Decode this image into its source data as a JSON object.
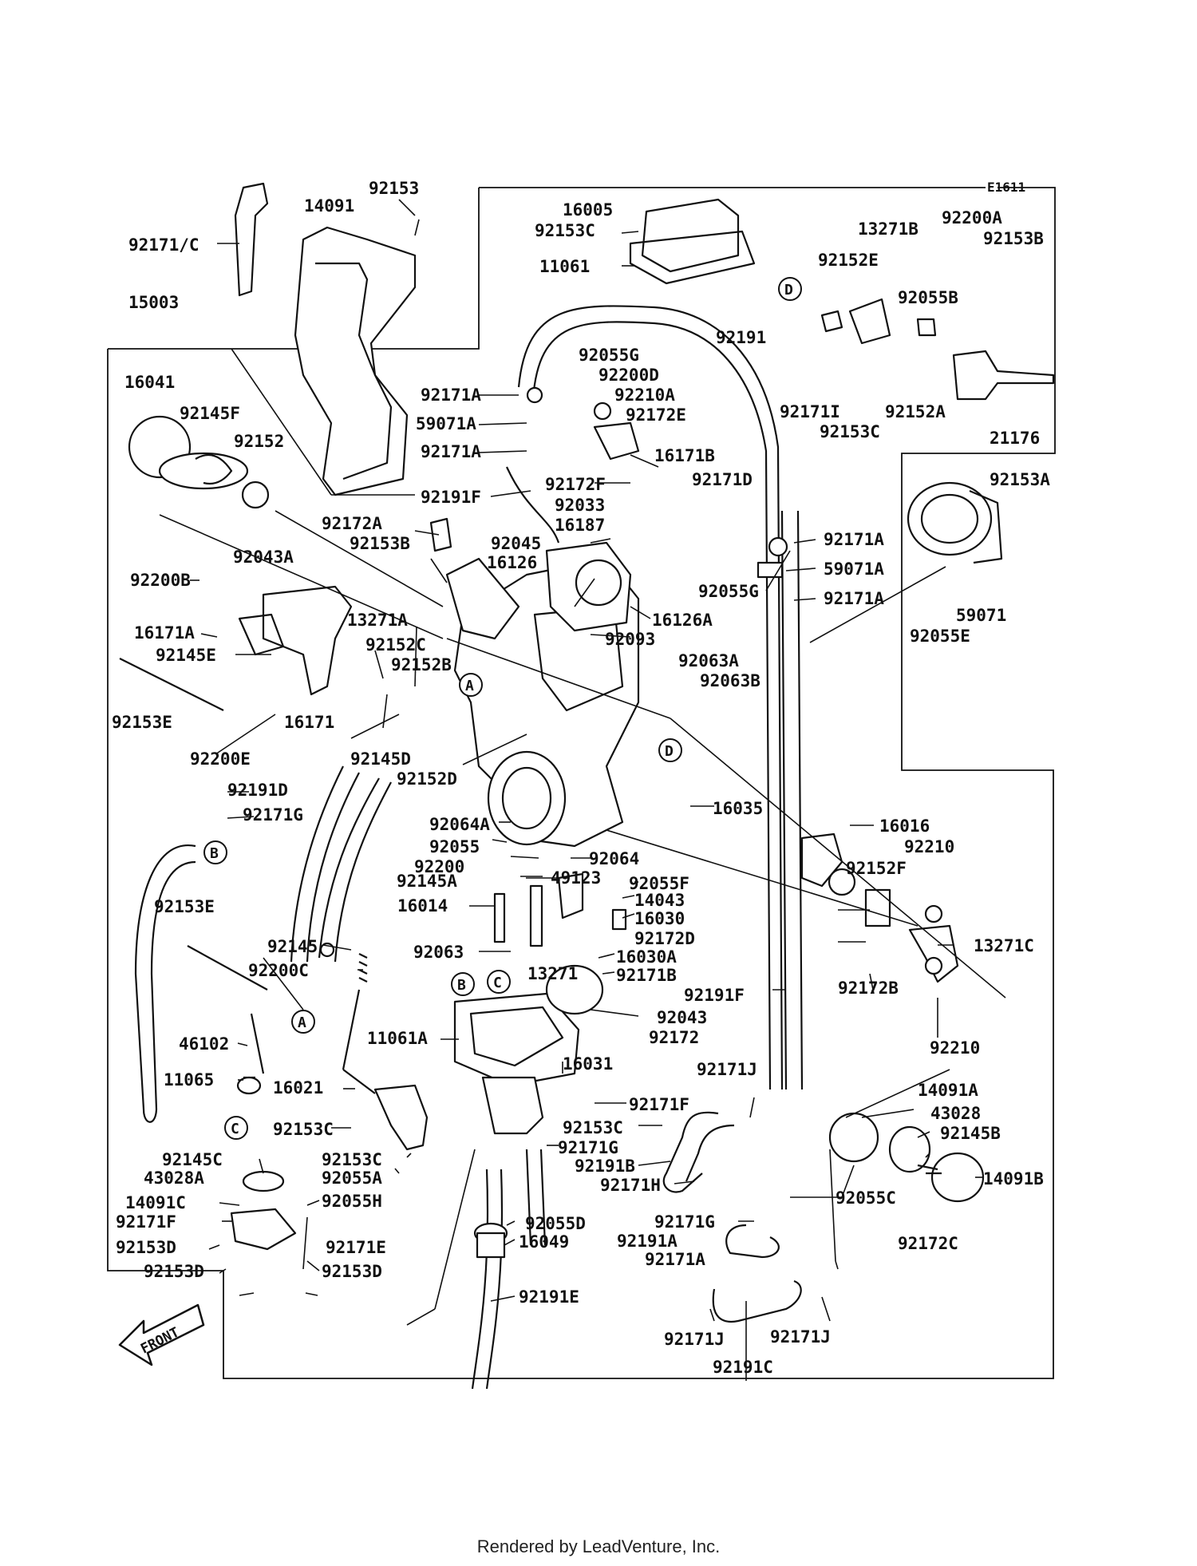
{
  "diagram_code": "E1611",
  "labels": [
    {
      "text": "92153"
    },
    {
      "text": "14091"
    },
    {
      "text": "92171/C"
    },
    {
      "text": "15003"
    },
    {
      "text": "16005"
    },
    {
      "text": "92153C"
    },
    {
      "text": "11061"
    },
    {
      "text": "13271B"
    },
    {
      "text": "92200A"
    },
    {
      "text": "92153B"
    },
    {
      "text": "92152E"
    },
    {
      "text": "92055B"
    },
    {
      "text": "92191"
    },
    {
      "text": "92171I"
    },
    {
      "text": "92153C"
    },
    {
      "text": "92152A"
    },
    {
      "text": "21176"
    },
    {
      "text": "16041"
    },
    {
      "text": "92145F"
    },
    {
      "text": "92152"
    },
    {
      "text": "92055G"
    },
    {
      "text": "92200D"
    },
    {
      "text": "92210A"
    },
    {
      "text": "92171A"
    },
    {
      "text": "59071A"
    },
    {
      "text": "92172E"
    },
    {
      "text": "92171A"
    },
    {
      "text": "16171B"
    },
    {
      "text": "92191F"
    },
    {
      "text": "92172F"
    },
    {
      "text": "92171D"
    },
    {
      "text": "92033"
    },
    {
      "text": "92153A"
    },
    {
      "text": "16187"
    },
    {
      "text": "92172A"
    },
    {
      "text": "92153B"
    },
    {
      "text": "92045"
    },
    {
      "text": "92171A"
    },
    {
      "text": "16126"
    },
    {
      "text": "59071A"
    },
    {
      "text": "92055G"
    },
    {
      "text": "92171A"
    },
    {
      "text": "59071"
    },
    {
      "text": "92055E"
    },
    {
      "text": "92043A"
    },
    {
      "text": "92200B"
    },
    {
      "text": "13271A"
    },
    {
      "text": "16126A"
    },
    {
      "text": "16171A"
    },
    {
      "text": "92152C"
    },
    {
      "text": "92093"
    },
    {
      "text": "92145E"
    },
    {
      "text": "92152B"
    },
    {
      "text": "92063A"
    },
    {
      "text": "92063B"
    },
    {
      "text": "92153E"
    },
    {
      "text": "16171"
    },
    {
      "text": "92200E"
    },
    {
      "text": "92145D"
    },
    {
      "text": "92152D"
    },
    {
      "text": "92191D"
    },
    {
      "text": "92171G"
    },
    {
      "text": "16035"
    },
    {
      "text": "16016"
    },
    {
      "text": "92064A"
    },
    {
      "text": "92055"
    },
    {
      "text": "92064"
    },
    {
      "text": "92210"
    },
    {
      "text": "92200"
    },
    {
      "text": "92145A"
    },
    {
      "text": "49123"
    },
    {
      "text": "92055F"
    },
    {
      "text": "92152F"
    },
    {
      "text": "92153E"
    },
    {
      "text": "14043"
    },
    {
      "text": "16014"
    },
    {
      "text": "16030"
    },
    {
      "text": "92172D"
    },
    {
      "text": "13271C"
    },
    {
      "text": "92063"
    },
    {
      "text": "16030A"
    },
    {
      "text": "13271"
    },
    {
      "text": "92171B"
    },
    {
      "text": "92145"
    },
    {
      "text": "92200C"
    },
    {
      "text": "92191F"
    },
    {
      "text": "92172B"
    },
    {
      "text": "92043"
    },
    {
      "text": "11061A"
    },
    {
      "text": "92172"
    },
    {
      "text": "46102"
    },
    {
      "text": "16031"
    },
    {
      "text": "92210"
    },
    {
      "text": "11065"
    },
    {
      "text": "16021"
    },
    {
      "text": "92171J"
    },
    {
      "text": "14091A"
    },
    {
      "text": "92171F"
    },
    {
      "text": "43028"
    },
    {
      "text": "92153C"
    },
    {
      "text": "92153C"
    },
    {
      "text": "92145B"
    },
    {
      "text": "92171G"
    },
    {
      "text": "92145C"
    },
    {
      "text": "92153C"
    },
    {
      "text": "92191B"
    },
    {
      "text": "43028A"
    },
    {
      "text": "92055A"
    },
    {
      "text": "92171H"
    },
    {
      "text": "14091B"
    },
    {
      "text": "14091C"
    },
    {
      "text": "92055H"
    },
    {
      "text": "92055C"
    },
    {
      "text": "92171F"
    },
    {
      "text": "92055D"
    },
    {
      "text": "92171G"
    },
    {
      "text": "16049"
    },
    {
      "text": "92191A"
    },
    {
      "text": "92172C"
    },
    {
      "text": "92153D"
    },
    {
      "text": "92171E"
    },
    {
      "text": "92171A"
    },
    {
      "text": "92153D"
    },
    {
      "text": "92153D"
    },
    {
      "text": "92191E"
    },
    {
      "text": "92171J"
    },
    {
      "text": "92171J"
    },
    {
      "text": "92191C"
    }
  ],
  "callouts": [
    "D",
    "A",
    "D",
    "B",
    "A",
    "B",
    "C",
    "C"
  ],
  "front_arrow_label": "FRONT",
  "footer_text": "Rendered by LeadVenture, Inc."
}
